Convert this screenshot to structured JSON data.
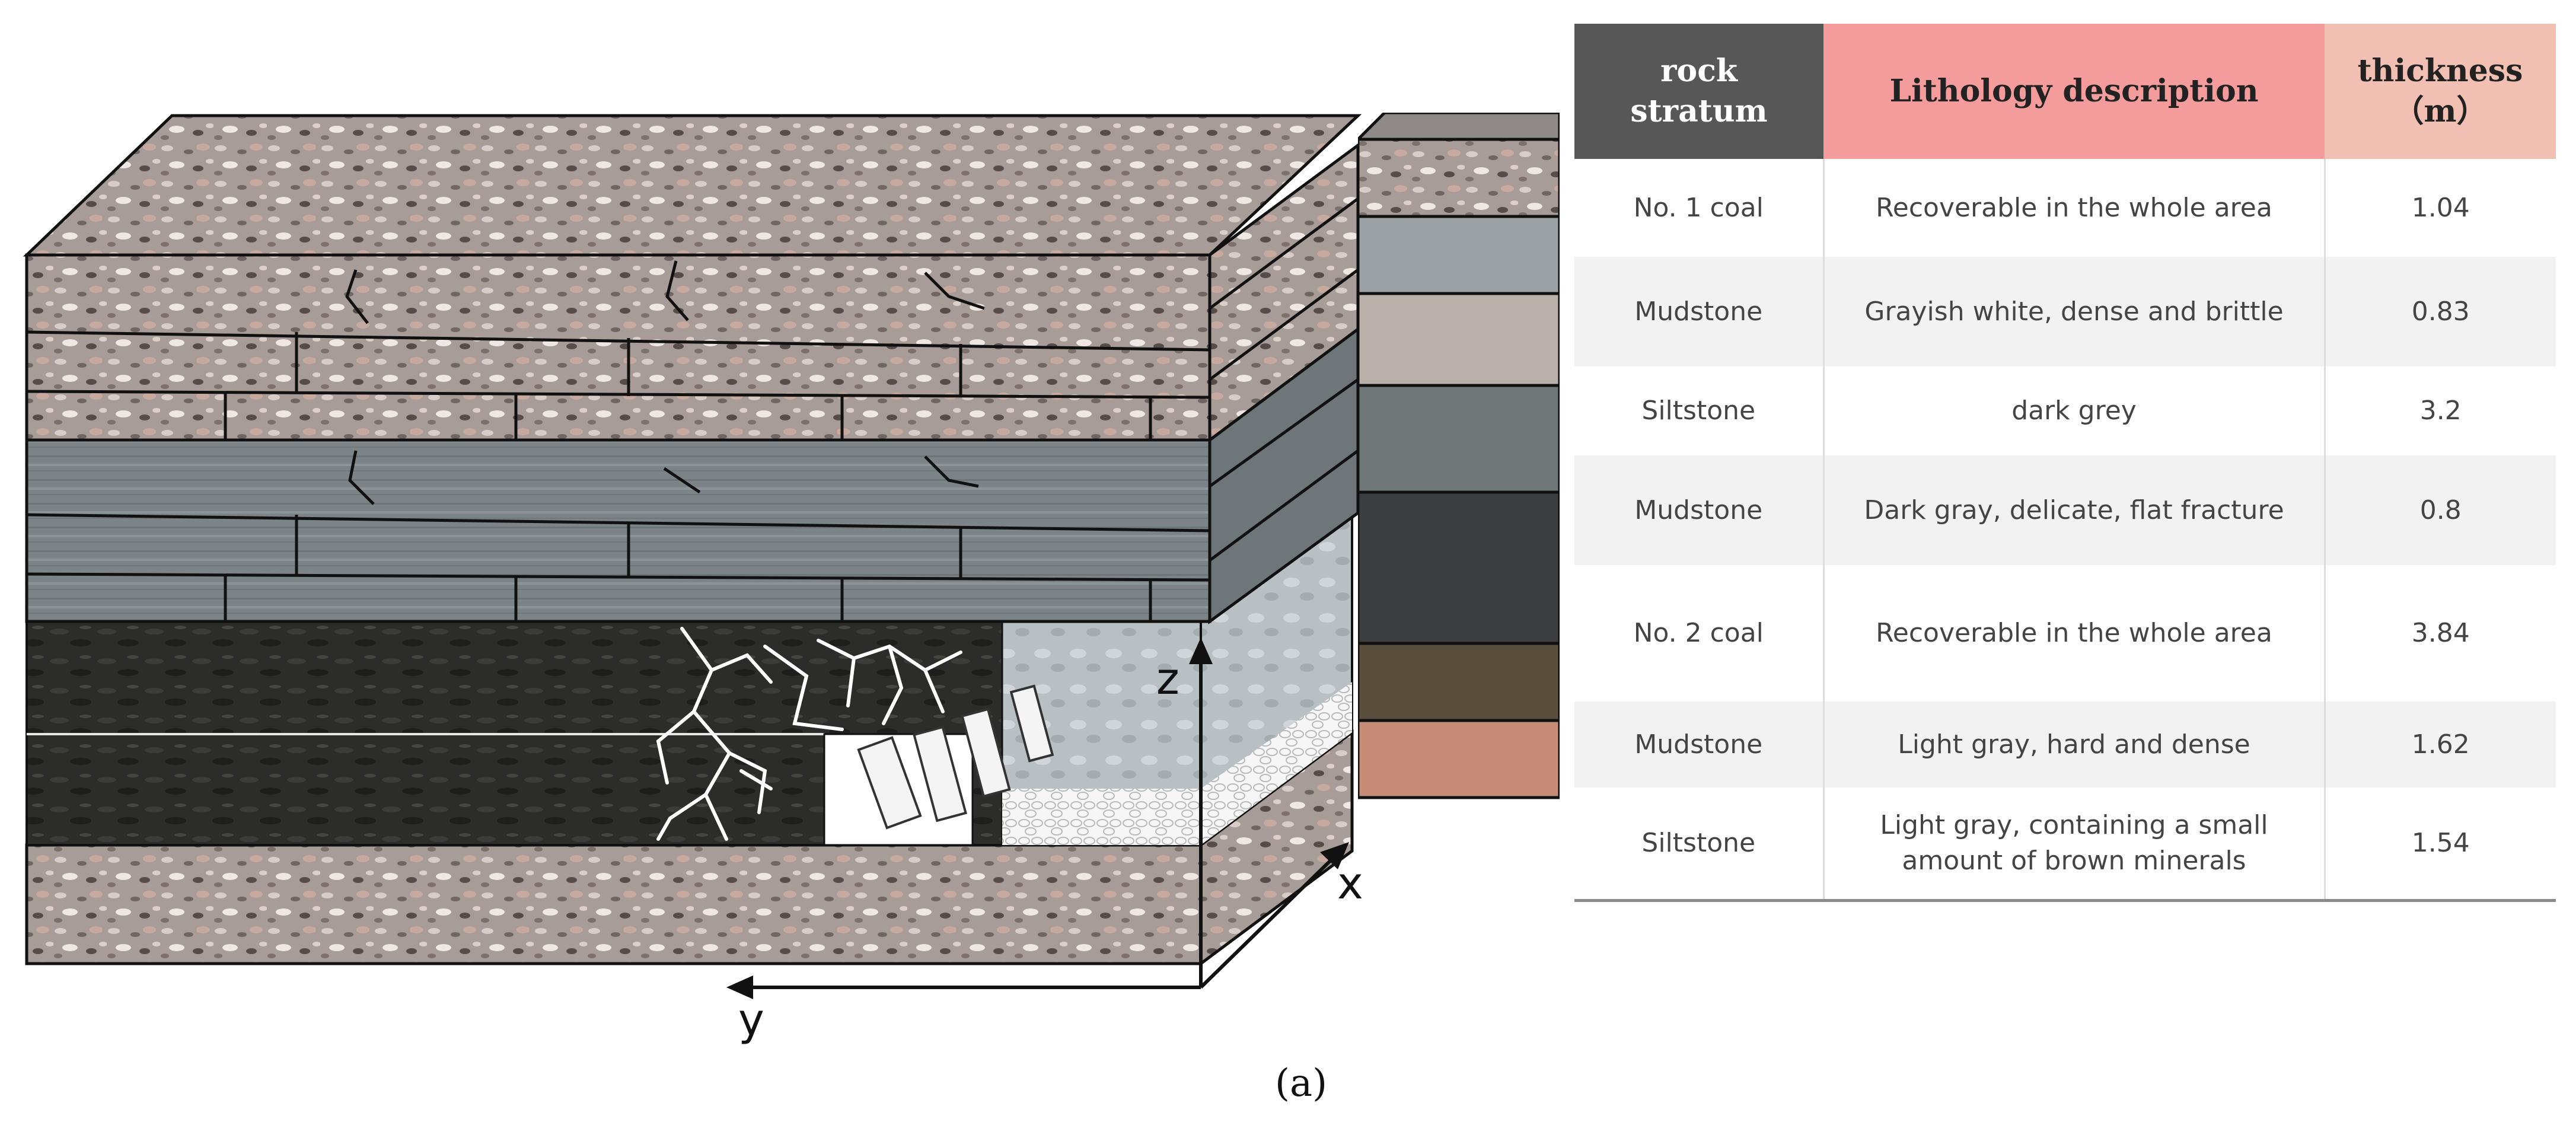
{
  "diagram": {
    "axes": {
      "x": "x",
      "y": "y",
      "z": "z"
    },
    "caption": "(a)"
  },
  "table": {
    "headers": {
      "stratum": "rock stratum",
      "description": "Lithology description",
      "thickness": "thickness（m）"
    },
    "rows": [
      {
        "stratum": "No. 1 coal",
        "description": "Recoverable in the whole area",
        "thickness": "1.04"
      },
      {
        "stratum": "Mudstone",
        "description": "Grayish white, dense and brittle",
        "thickness": "0.83"
      },
      {
        "stratum": "Siltstone",
        "description": "dark grey",
        "thickness": "3.2"
      },
      {
        "stratum": "Mudstone",
        "description": "Dark gray, delicate, flat fracture",
        "thickness": "0.8"
      },
      {
        "stratum": "No. 2 coal",
        "description": "Recoverable in the whole area",
        "thickness": "3.84"
      },
      {
        "stratum": "Mudstone",
        "description": "Light gray, hard and dense",
        "thickness": "1.62"
      },
      {
        "stratum": "Siltstone",
        "description": "Light gray, containing a small amount of brown minerals",
        "thickness": "1.54"
      }
    ]
  },
  "colors": {
    "header_stratum": "#575757",
    "header_description": "#f49b9b",
    "header_thickness": "#f2bfb3"
  }
}
